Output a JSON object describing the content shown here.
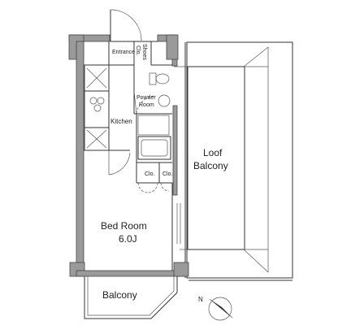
{
  "rooms": {
    "entrance": "Entrance",
    "shoes_clo_line1": "Shoes",
    "shoes_clo_line2": "Clo.",
    "powder_line1": "Powder",
    "powder_line2": "Room",
    "kitchen": "Kitchen",
    "clo_left": "Clo.",
    "clo_right": "Clo.",
    "bedroom_name": "Bed Room",
    "bedroom_size": "6.0J",
    "loof_line1": "Loof",
    "loof_line2": "Balcony",
    "balcony": "Balcony"
  },
  "compass": {
    "north_label": "N"
  }
}
